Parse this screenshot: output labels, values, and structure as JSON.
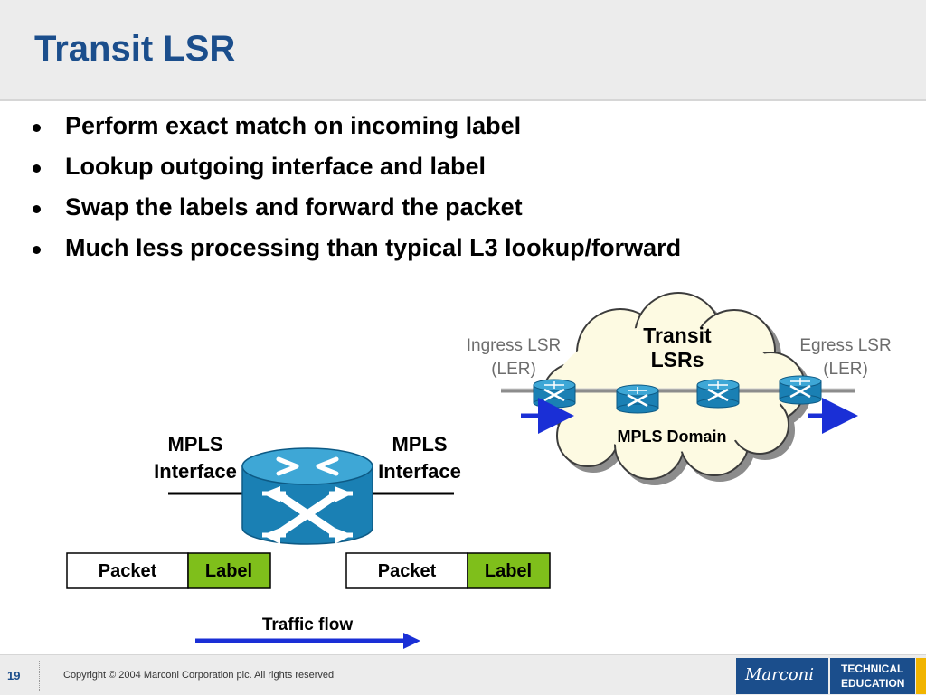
{
  "title": "Transit LSR",
  "bullets": [
    "Perform exact match on incoming label",
    "Lookup outgoing interface and label",
    "Swap the labels and forward the packet",
    "Much less processing than typical L3 lookup/forward"
  ],
  "diagram": {
    "left_interface": [
      "MPLS",
      "Interface"
    ],
    "right_interface": [
      "MPLS",
      "Interface"
    ],
    "left_frame": {
      "packet": "Packet",
      "label": "Label"
    },
    "right_frame": {
      "packet": "Packet",
      "label": "Label"
    },
    "traffic_flow": "Traffic flow",
    "ingress": [
      "Ingress LSR",
      "(LER)"
    ],
    "egress": [
      "Egress LSR",
      "(LER)"
    ],
    "transit": [
      "Transit",
      "LSRs"
    ],
    "domain": "MPLS Domain",
    "colors": {
      "router": "#1a80b4",
      "router_top": "#3ea7d6",
      "label_fill": "#7fbf1b",
      "arrow": "#1a2fd6",
      "cloud": "#fdfae2"
    }
  },
  "footer": {
    "page_number": "19",
    "copyright": "Copyright © 2004 Marconi Corporation plc. All rights reserved",
    "logo": "Marconi",
    "tech_line1": "TECHNICAL",
    "tech_line2": "EDUCATION"
  }
}
